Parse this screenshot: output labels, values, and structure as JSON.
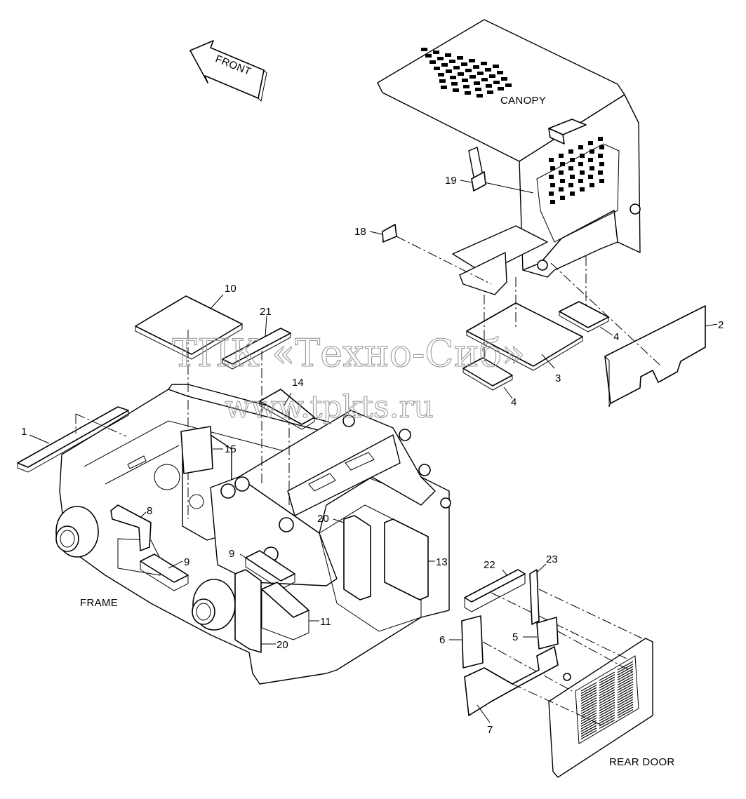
{
  "orientation": {
    "front_arrow": "FRONT"
  },
  "assemblies": {
    "canopy": "CANOPY",
    "frame": "FRAME",
    "rear_door": "REAR DOOR"
  },
  "watermark": {
    "line1": "ТПК «Техно-Сиб»",
    "line2": "www.tpkts.ru"
  },
  "callouts": {
    "c1": "1",
    "c2": "2",
    "c3": "3",
    "c4a": "4",
    "c4b": "4",
    "c5": "5",
    "c6": "6",
    "c7": "7",
    "c8": "8",
    "c9a": "9",
    "c9b": "9",
    "c10": "10",
    "c11": "11",
    "c13": "13",
    "c14": "14",
    "c15": "15",
    "c18": "18",
    "c19": "19",
    "c20a": "20",
    "c20b": "20",
    "c21": "21",
    "c22": "22",
    "c23": "23"
  }
}
